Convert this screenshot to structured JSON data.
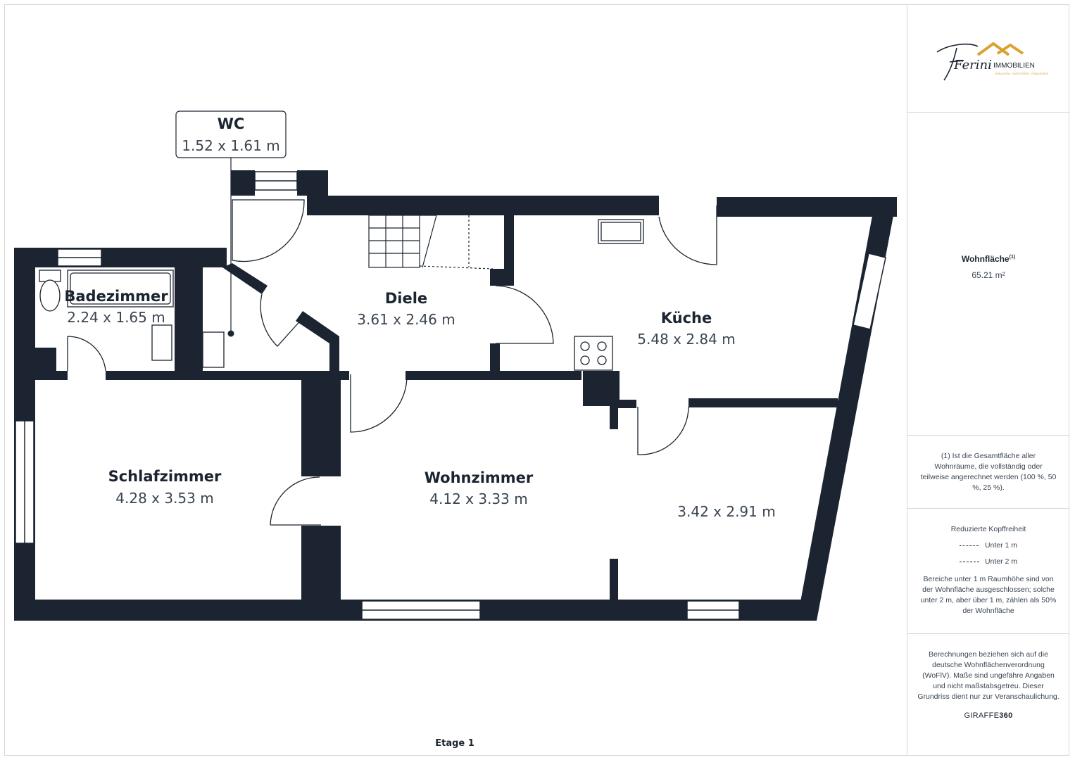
{
  "floor_label": "Etage 1",
  "rooms": [
    {
      "id": "wc",
      "name": "WC",
      "dims": "1.52 x 1.61 m"
    },
    {
      "id": "badezimmer",
      "name": "Badezimmer",
      "dims": "2.24 x 1.65 m"
    },
    {
      "id": "diele",
      "name": "Diele",
      "dims": "3.61 x 2.46 m"
    },
    {
      "id": "kueche",
      "name": "Küche",
      "dims": "5.48 x 2.84 m"
    },
    {
      "id": "schlafzimmer",
      "name": "Schlafzimmer",
      "dims": "4.28 x 3.53 m"
    },
    {
      "id": "wohnzimmer",
      "name": "Wohnzimmer",
      "dims": "4.12 x 3.33 m"
    },
    {
      "id": "extra",
      "name": "",
      "dims": "3.42 x 2.91 m"
    }
  ],
  "logo": {
    "script": "Ferini",
    "word": "IMMOBILIEN",
    "tagline": "VERKAUFEN · INVESTIEREN · FINANZIEREN"
  },
  "area": {
    "label": "Wohnfläche",
    "footnote_mark": "(1)",
    "value": "65.21 m²"
  },
  "footnote": "(1) Ist die Gesamtfläche aller Wohnräume, die vollständig oder teilweise angerechnet werden (100 %, 50 %, 25 %).",
  "headroom": {
    "title": "Reduzierte Kopffreiheit",
    "under_1m": "Unter 1 m",
    "under_2m": "Unter 2 m",
    "description": "Bereiche unter 1 m Raumhöhe sind von der Wohnfläche ausgeschlossen; solche unter 2 m, aber über 1 m, zählen als 50% der Wohnfläche"
  },
  "calc_note": "Berechnungen beziehen sich auf die deutsche Wohnflächenverordnung (WoFlV). Maße sind ungefähre Angaben und nicht maßstabsgetreu. Dieser Grundriss dient nur zur Veranschaulichung.",
  "brand": {
    "part1": "GIRAFFE",
    "part2": "360"
  },
  "colors": {
    "wall": "#1b2430",
    "accent": "#d9a233"
  }
}
